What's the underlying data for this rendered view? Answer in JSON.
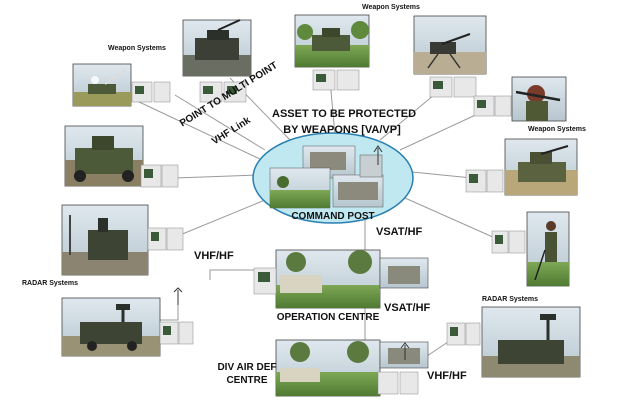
{
  "labels": {
    "weapon_systems_top": "Weapon Systems",
    "weapon_systems_left": "Weapon Systems",
    "weapon_systems_right": "Weapon Systems",
    "radar_systems_left": "RADAR Systems",
    "radar_systems_right": "RADAR Systems",
    "asset_line1": "ASSET TO BE PROTECTED",
    "asset_line2": "BY WEAPONS [VA/VP]",
    "vhf_link_line1": "POINT TO MULTI POINT",
    "vhf_link_line2": "VHF Link",
    "command_post": "COMMAND POST",
    "vsat_hf_1": "VSAT/HF",
    "vsat_hf_2": "VSAT/HF",
    "vhf_hf_left": "VHF/HF",
    "vhf_hf_bottom": "VHF/HF",
    "operation_centre": "OPERATION CENTRE",
    "div_air_def_line1": "DIV AIR DEF",
    "div_air_def_line2": "CENTRE"
  },
  "colors": {
    "ellipse_fill": "#bfe8f0",
    "ellipse_stroke": "#2a7fb0",
    "link_line": "#9a9a9a",
    "photo_sky": "#c9d7e0",
    "photo_ground": "#8a9a6a",
    "vehicle": "#4d5a3a",
    "radio_case": "#e8e8e8"
  }
}
